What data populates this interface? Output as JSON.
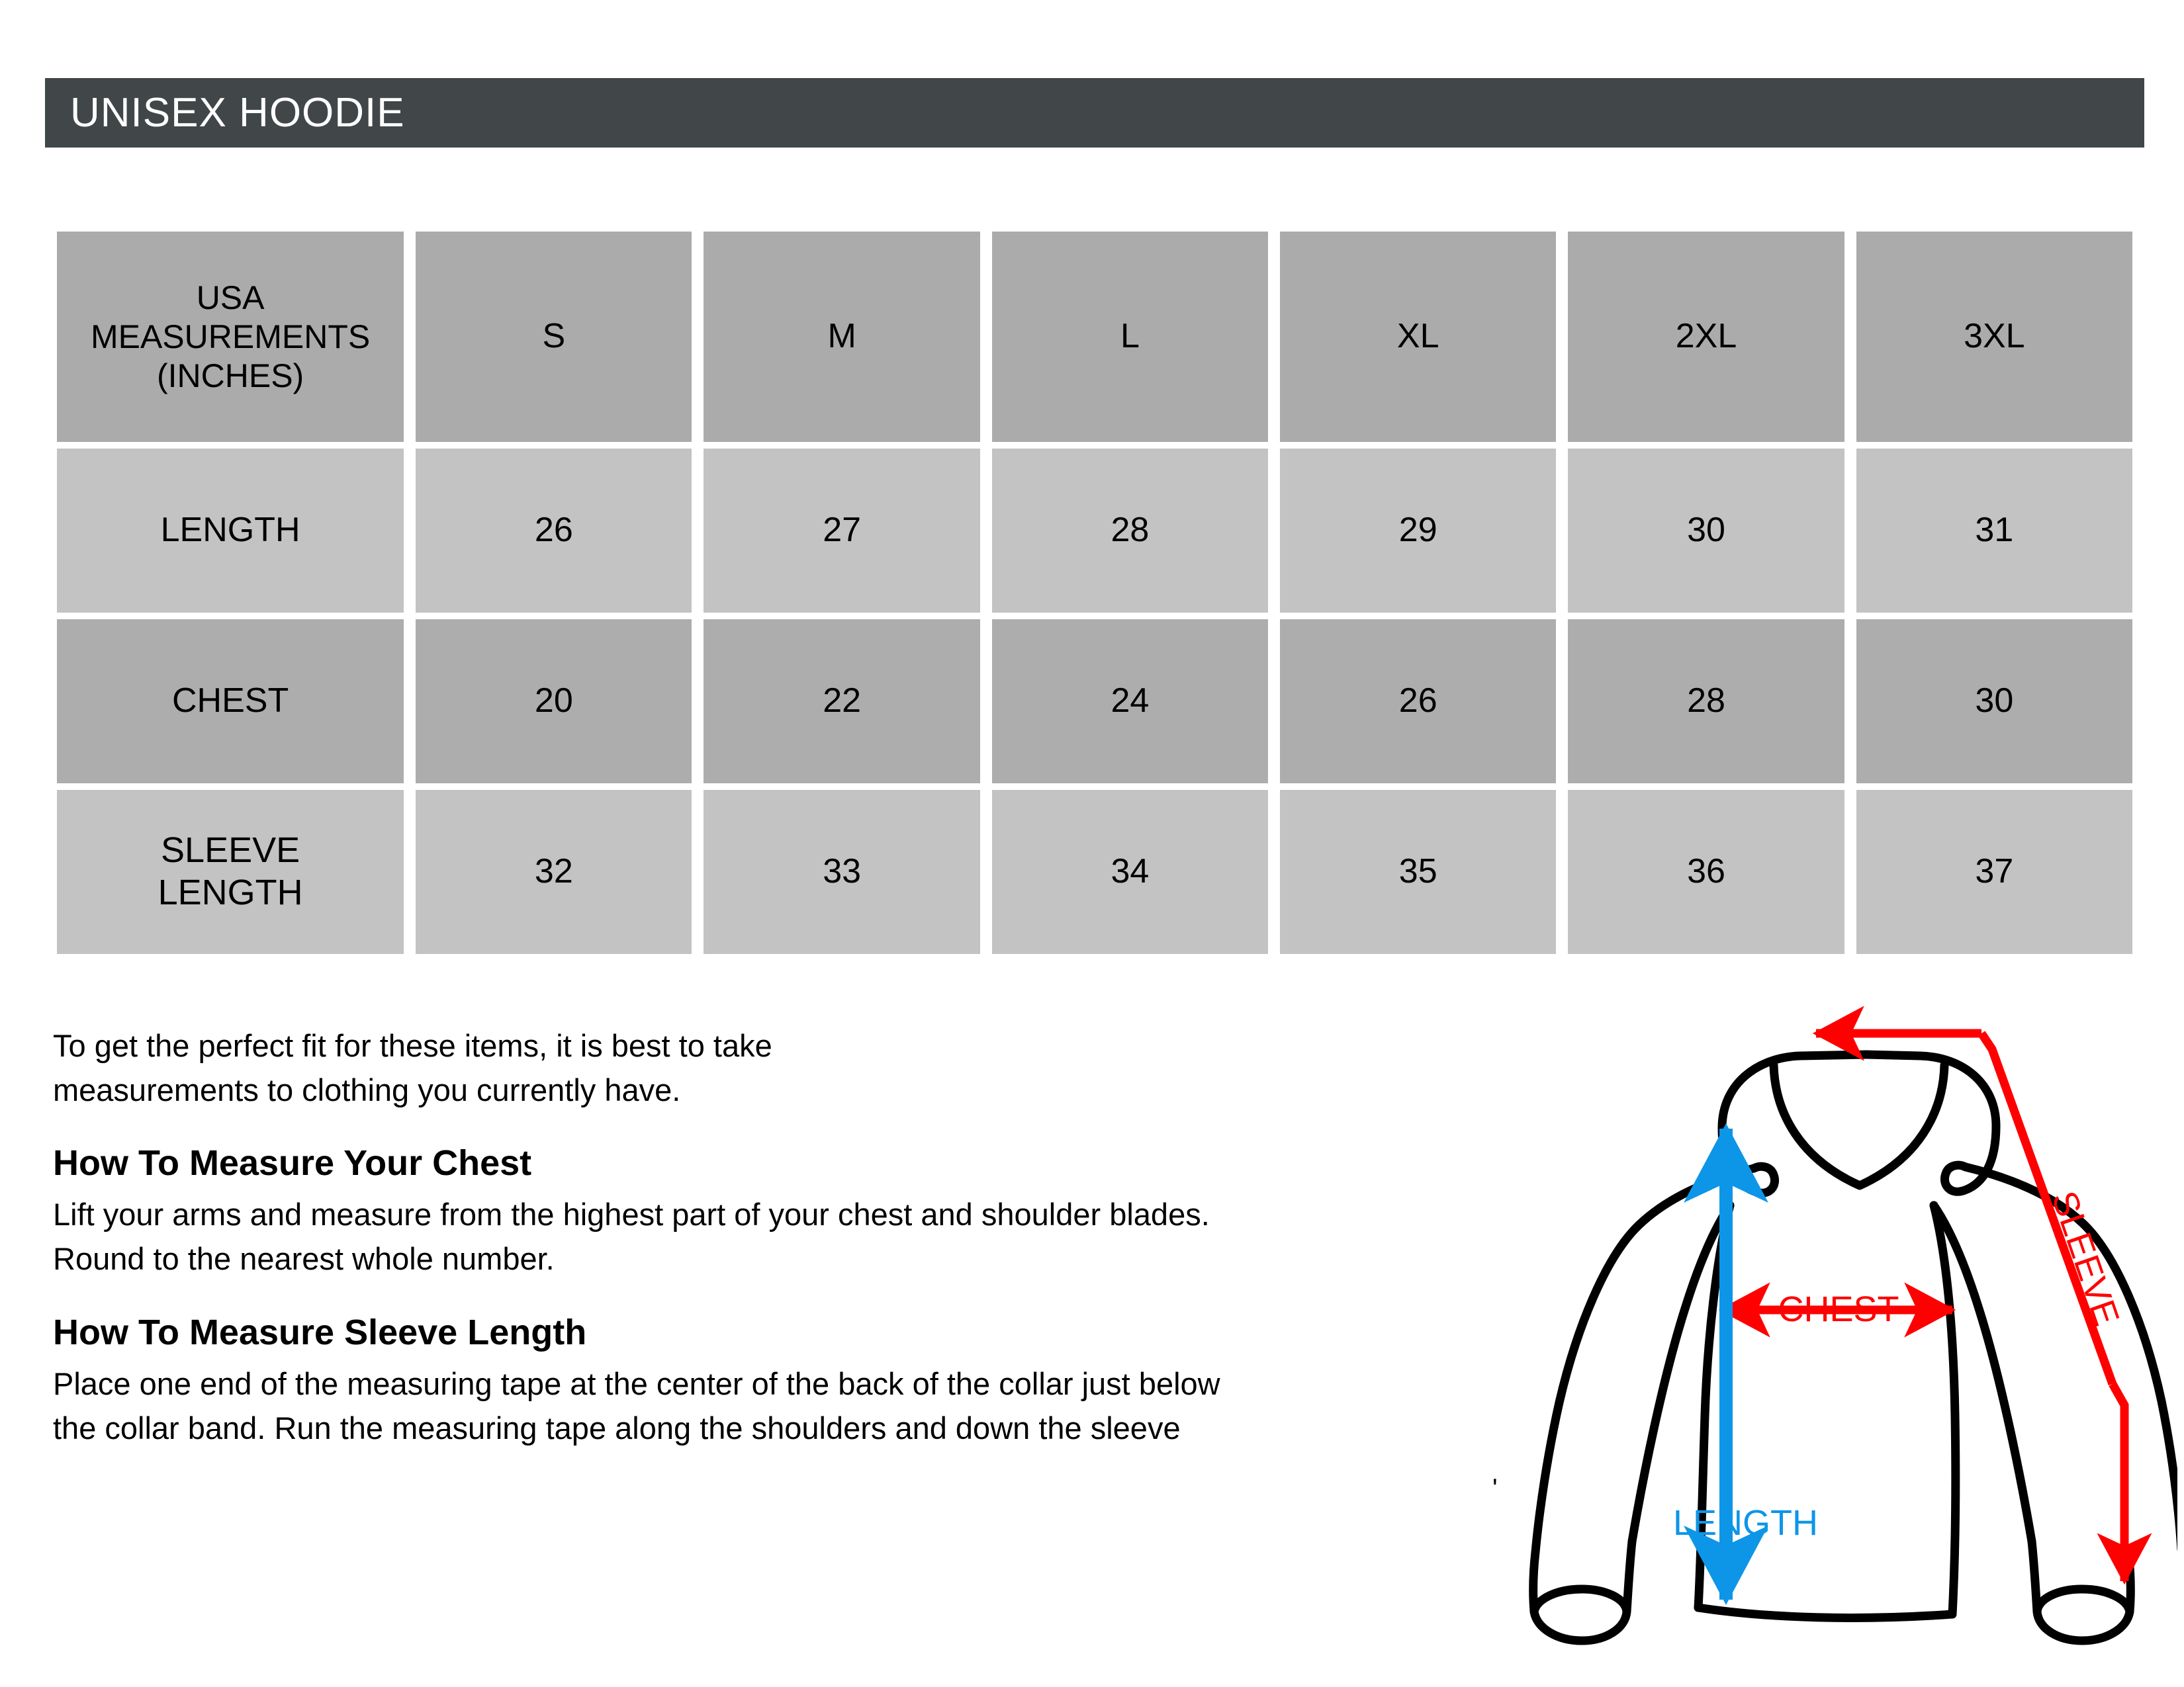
{
  "header": {
    "title": "UNISEX HOODIE",
    "bar_color": "#414748",
    "title_color": "#ffffff"
  },
  "table": {
    "corner_label": "USA MEASUREMENTS (INCHES)",
    "corner_label_lines": [
      "USA",
      "MEASUREMENTS",
      "(INCHES)"
    ],
    "sizes": [
      "S",
      "M",
      "L",
      "XL",
      "2XL",
      "3XL"
    ],
    "rows": [
      {
        "label": "LENGTH",
        "label_lines": [
          "LENGTH"
        ],
        "values": [
          "26",
          "27",
          "28",
          "29",
          "30",
          "31"
        ]
      },
      {
        "label": "CHEST",
        "label_lines": [
          "CHEST"
        ],
        "values": [
          "20",
          "22",
          "24",
          "26",
          "28",
          "30"
        ]
      },
      {
        "label": "SLEEVE LENGTH",
        "label_lines": [
          "SLEEVE",
          "LENGTH"
        ],
        "values": [
          "32",
          "33",
          "34",
          "35",
          "36",
          "37"
        ]
      }
    ],
    "colors": {
      "header_cell": "#ababab",
      "row_light": "#c3c3c3",
      "row_dark": "#adadad",
      "gap": "#ffffff"
    }
  },
  "copy": {
    "intro_line1": "To get the perfect fit for these items, it is best to take",
    "intro_line2": "measurements to clothing you currently have.",
    "chest_heading": "How To Measure Your Chest",
    "chest_line1": "Lift your arms and measure from the highest part of your chest and shoulder blades.",
    "chest_line2": "Round to the nearest whole number.",
    "sleeve_heading": "How To Measure Sleeve Length",
    "sleeve_line1": "Place one end of the measuring tape at the center of the back of the collar just below",
    "sleeve_line2": "the collar band. Run the measuring tape along the shoulders and down the sleeve",
    "stray_mark": "'"
  },
  "diagram": {
    "garment": "hoodie-outline",
    "labels": {
      "chest": "CHEST",
      "length": "LENGTH",
      "sleeve": "SLEEVE"
    },
    "colors": {
      "outline": "#000000",
      "chest_arrow": "#ff0000",
      "sleeve_arrow": "#ff0000",
      "length_arrow": "#0d96e8",
      "chest_label": "#ff0000",
      "sleeve_label": "#ff0000",
      "length_label": "#0d96e8"
    }
  }
}
